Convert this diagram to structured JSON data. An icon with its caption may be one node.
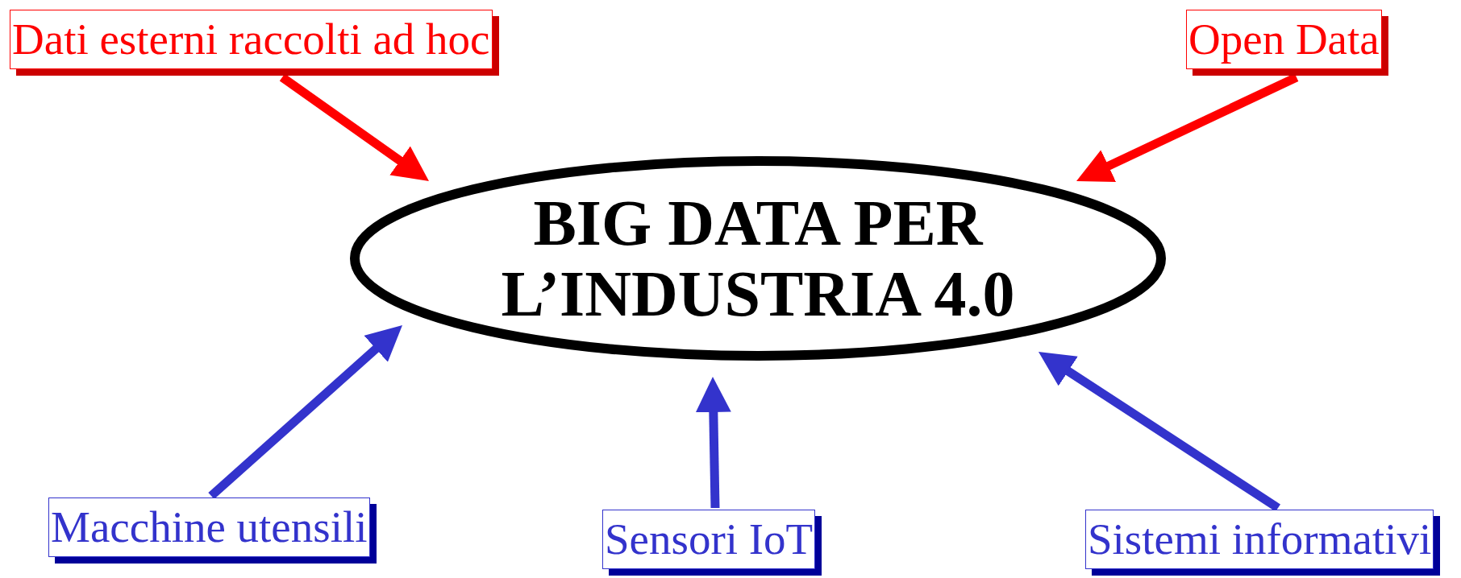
{
  "diagram": {
    "nodes": [
      {
        "text": [
          "Dati esterni raccolti ad hoc"
        ]
      },
      {
        "text": [
          "Open Data"
        ]
      },
      {
        "text": [
          "BIG DATA PER L’INDUSTRIA 4.0"
        ]
      },
      {
        "text": [
          "Macchine utensili"
        ]
      },
      {
        "text": [
          "Sensori IoT"
        ]
      },
      {
        "text": [
          "Sistemi informativi"
        ]
      }
    ],
    "edges": [
      {
        "from": 0,
        "to": 2,
        "arrow": "to",
        "color": "#ff0000"
      },
      {
        "from": 1,
        "to": 2,
        "arrow": "to",
        "color": "#ff0000"
      },
      {
        "from": 3,
        "to": 2,
        "arrow": "to"
      },
      {
        "from": 4,
        "to": 2,
        "arrow": "to"
      },
      {
        "from": 5,
        "to": 2,
        "arrow": "to"
      }
    ]
  }
}
